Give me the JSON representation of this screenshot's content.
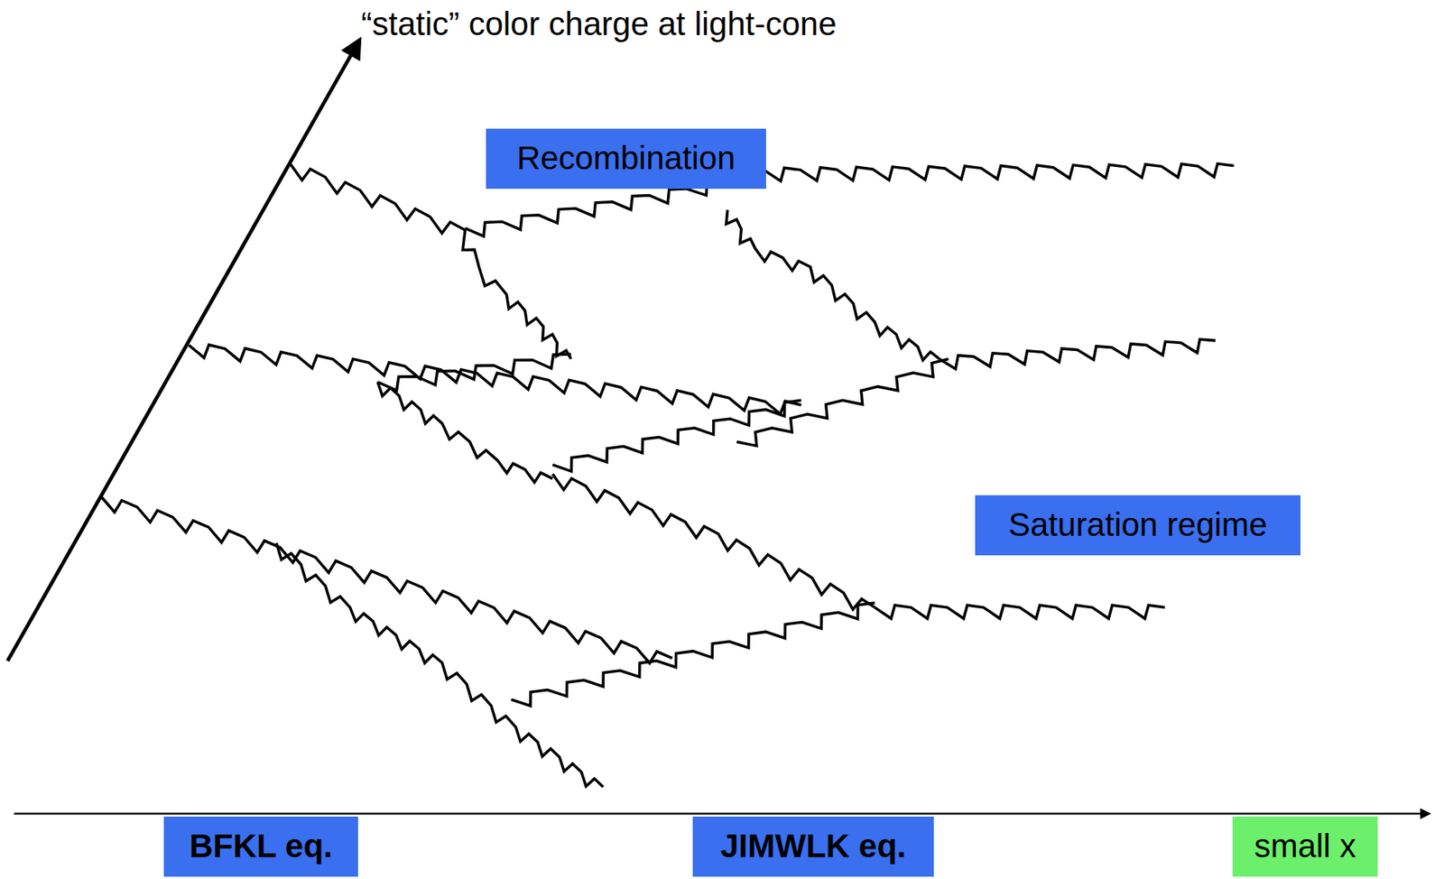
{
  "diagram": {
    "nodes": [
      {
        "text": [
          "Recombination"
        ]
      },
      {
        "text": [
          "Saturation regime"
        ]
      },
      {
        "text": [
          "BFKL eq."
        ]
      },
      {
        "text": [
          "JIMWLK eq."
        ]
      },
      {
        "text": [
          "small x"
        ]
      }
    ],
    "labels": [
      "“static” color charge at light-cone"
    ]
  }
}
